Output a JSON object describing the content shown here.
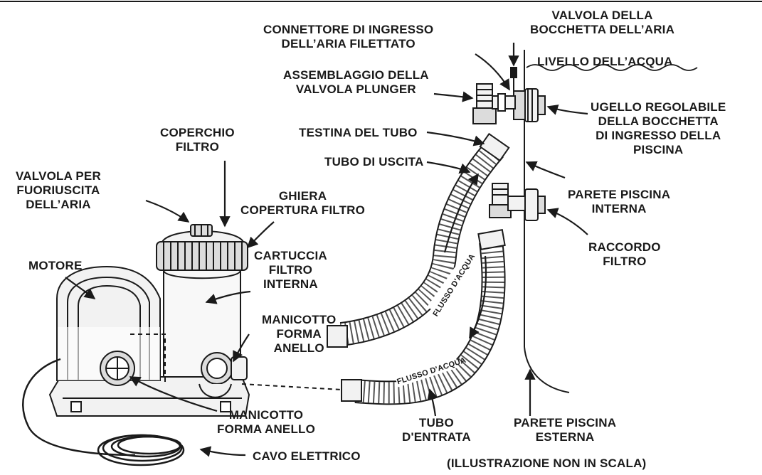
{
  "labels": {
    "valvola_bocchetta_aria": "VALVOLA DELLA\nBOCCHETTA DELL’ARIA",
    "connettore_ingresso_aria": "CONNETTORE DI INGRESSO\nDELL’ARIA FILETTATO",
    "livello_acqua": "LIVELLO DELL’ACQUA",
    "assemblaggio_plunger": "ASSEMBLAGGIO DELLA\nVALVOLA PLUNGER",
    "ugello_regolabile": "UGELLO REGOLABILE\nDELLA BOCCHETTA\nDI INGRESSO DELLA\nPISCINA",
    "coperchio_filtro": "COPERCHIO\nFILTRO",
    "testina_tubo": "TESTINA DEL TUBO",
    "tubo_uscita": "TUBO DI USCITA",
    "valvola_fuoriuscita": "VALVOLA PER\nFUORIUSCITA\nDELL’ARIA",
    "ghiera_copertura": "GHIERA\nCOPERTURA FILTRO",
    "parete_interna": "PARETE PISCINA\nINTERNA",
    "raccordo_filtro": "RACCORDO\nFILTRO",
    "motore": "MOTORE",
    "cartuccia_filtro": "CARTUCCIA\nFILTRO\nINTERNA",
    "manicotto_1": "MANICOTTO\nFORMA\nANELLO",
    "manicotto_2": "MANICOTTO\nFORMA ANELLO",
    "tubo_entrata": "TUBO\nD'ENTRATA",
    "parete_esterna": "PARETE PISCINA\nESTERNA",
    "cavo_elettrico": "CAVO ELETTRICO",
    "non_in_scala": "(ILLUSTRAZIONE NON IN SCALA)",
    "flusso_1": "FLUSSO D'ACQUA",
    "flusso_2": "FLUSSO D'ACQUA"
  },
  "colors": {
    "ink": "#1a1a1a",
    "light_fill": "#f2f2f2",
    "mid_fill": "#dcdcdc"
  }
}
